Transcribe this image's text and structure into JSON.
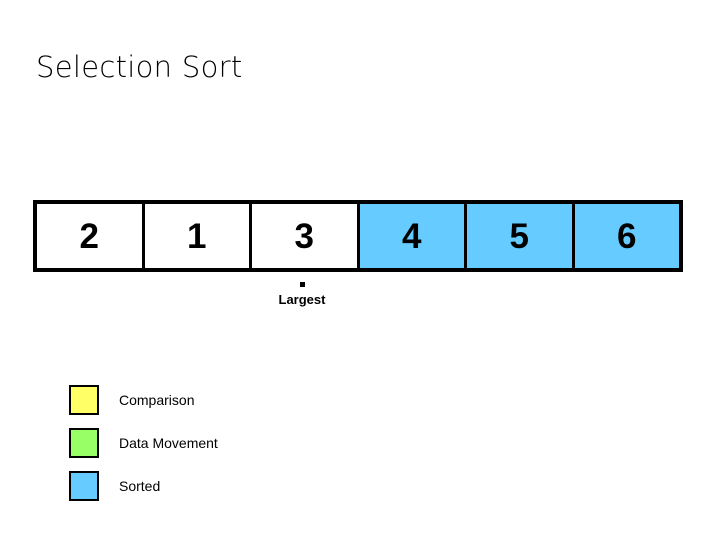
{
  "slide": {
    "title": "Selection Sort",
    "background_color": "#FFFFFF"
  },
  "array": {
    "cells": [
      {
        "value": "2",
        "state": "unsorted",
        "color": "#FFFFFF"
      },
      {
        "value": "1",
        "state": "unsorted",
        "color": "#FFFFFF"
      },
      {
        "value": "3",
        "state": "unsorted",
        "color": "#FFFFFF"
      },
      {
        "value": "4",
        "state": "sorted",
        "color": "#66CCFF"
      },
      {
        "value": "5",
        "state": "sorted",
        "color": "#66CCFF"
      },
      {
        "value": "6",
        "state": "sorted",
        "color": "#66CCFF"
      }
    ],
    "border_color": "#000000"
  },
  "pointer": {
    "label": "Largest",
    "marker_icon": "dot-marker-icon",
    "target_index": 2
  },
  "legend": {
    "items": [
      {
        "label": "Comparison",
        "color": "#FFFF66"
      },
      {
        "label": "Data Movement",
        "color": "#99FF66"
      },
      {
        "label": "Sorted",
        "color": "#66CCFF"
      }
    ]
  }
}
